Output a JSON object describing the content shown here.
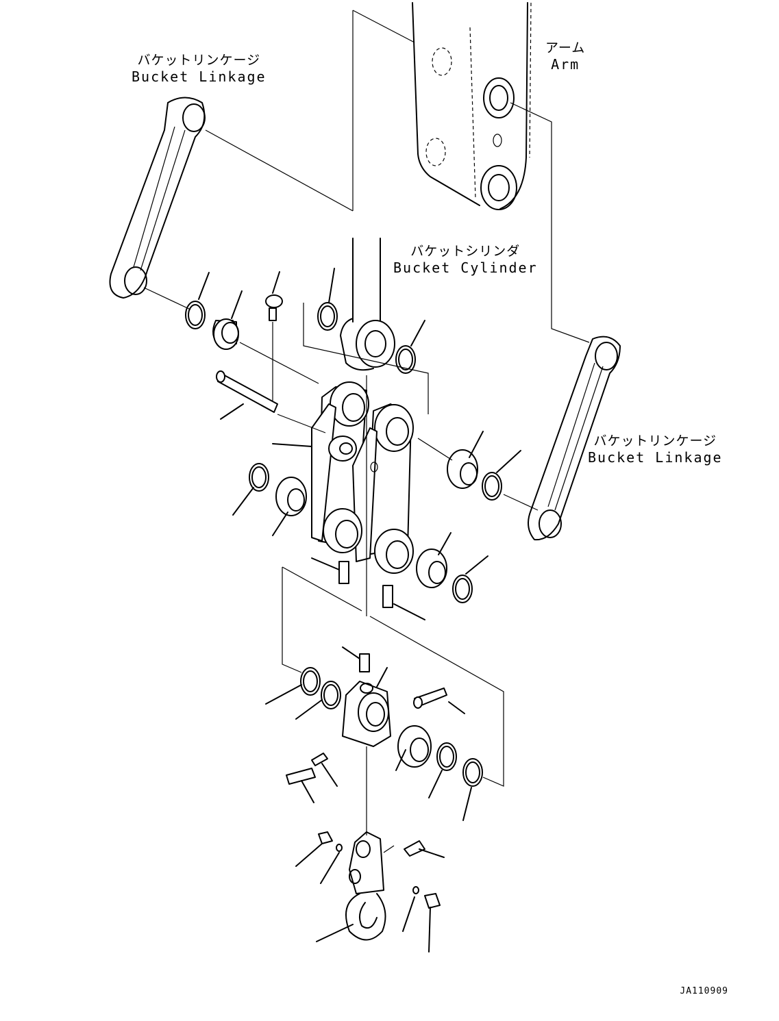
{
  "labels": {
    "arm": {
      "jp": "アーム",
      "en": "Arm"
    },
    "bucket_linkage_left": {
      "jp": "バケットリンケージ",
      "en": "Bucket Linkage"
    },
    "bucket_cylinder": {
      "jp": "バケットシリンダ",
      "en": "Bucket Cylinder"
    },
    "bucket_linkage_right": {
      "jp": "バケットリンケージ",
      "en": "Bucket Linkage"
    }
  },
  "drawing_code": "JA110909"
}
